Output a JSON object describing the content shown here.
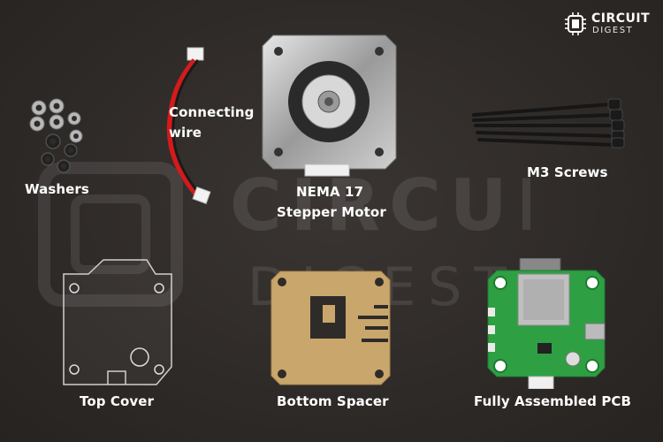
{
  "brand": {
    "line1": "CIRCUIT",
    "line2": "DIGEST"
  },
  "labels": {
    "washers": "Washers",
    "wire_line1": "Connecting",
    "wire_line2": "wire",
    "motor_line1": "NEMA 17",
    "motor_line2": "Stepper Motor",
    "screws": "M3 Screws",
    "top_cover": "Top Cover",
    "bottom_spacer": "Bottom Spacer",
    "pcb": "Fully Assembled PCB"
  },
  "colors": {
    "background": "#2f2b29",
    "label": "#ffffff",
    "pcb_green": "#2ea043",
    "spacer_tan": "#c9a66b",
    "wire_red": "#d41a1a"
  }
}
